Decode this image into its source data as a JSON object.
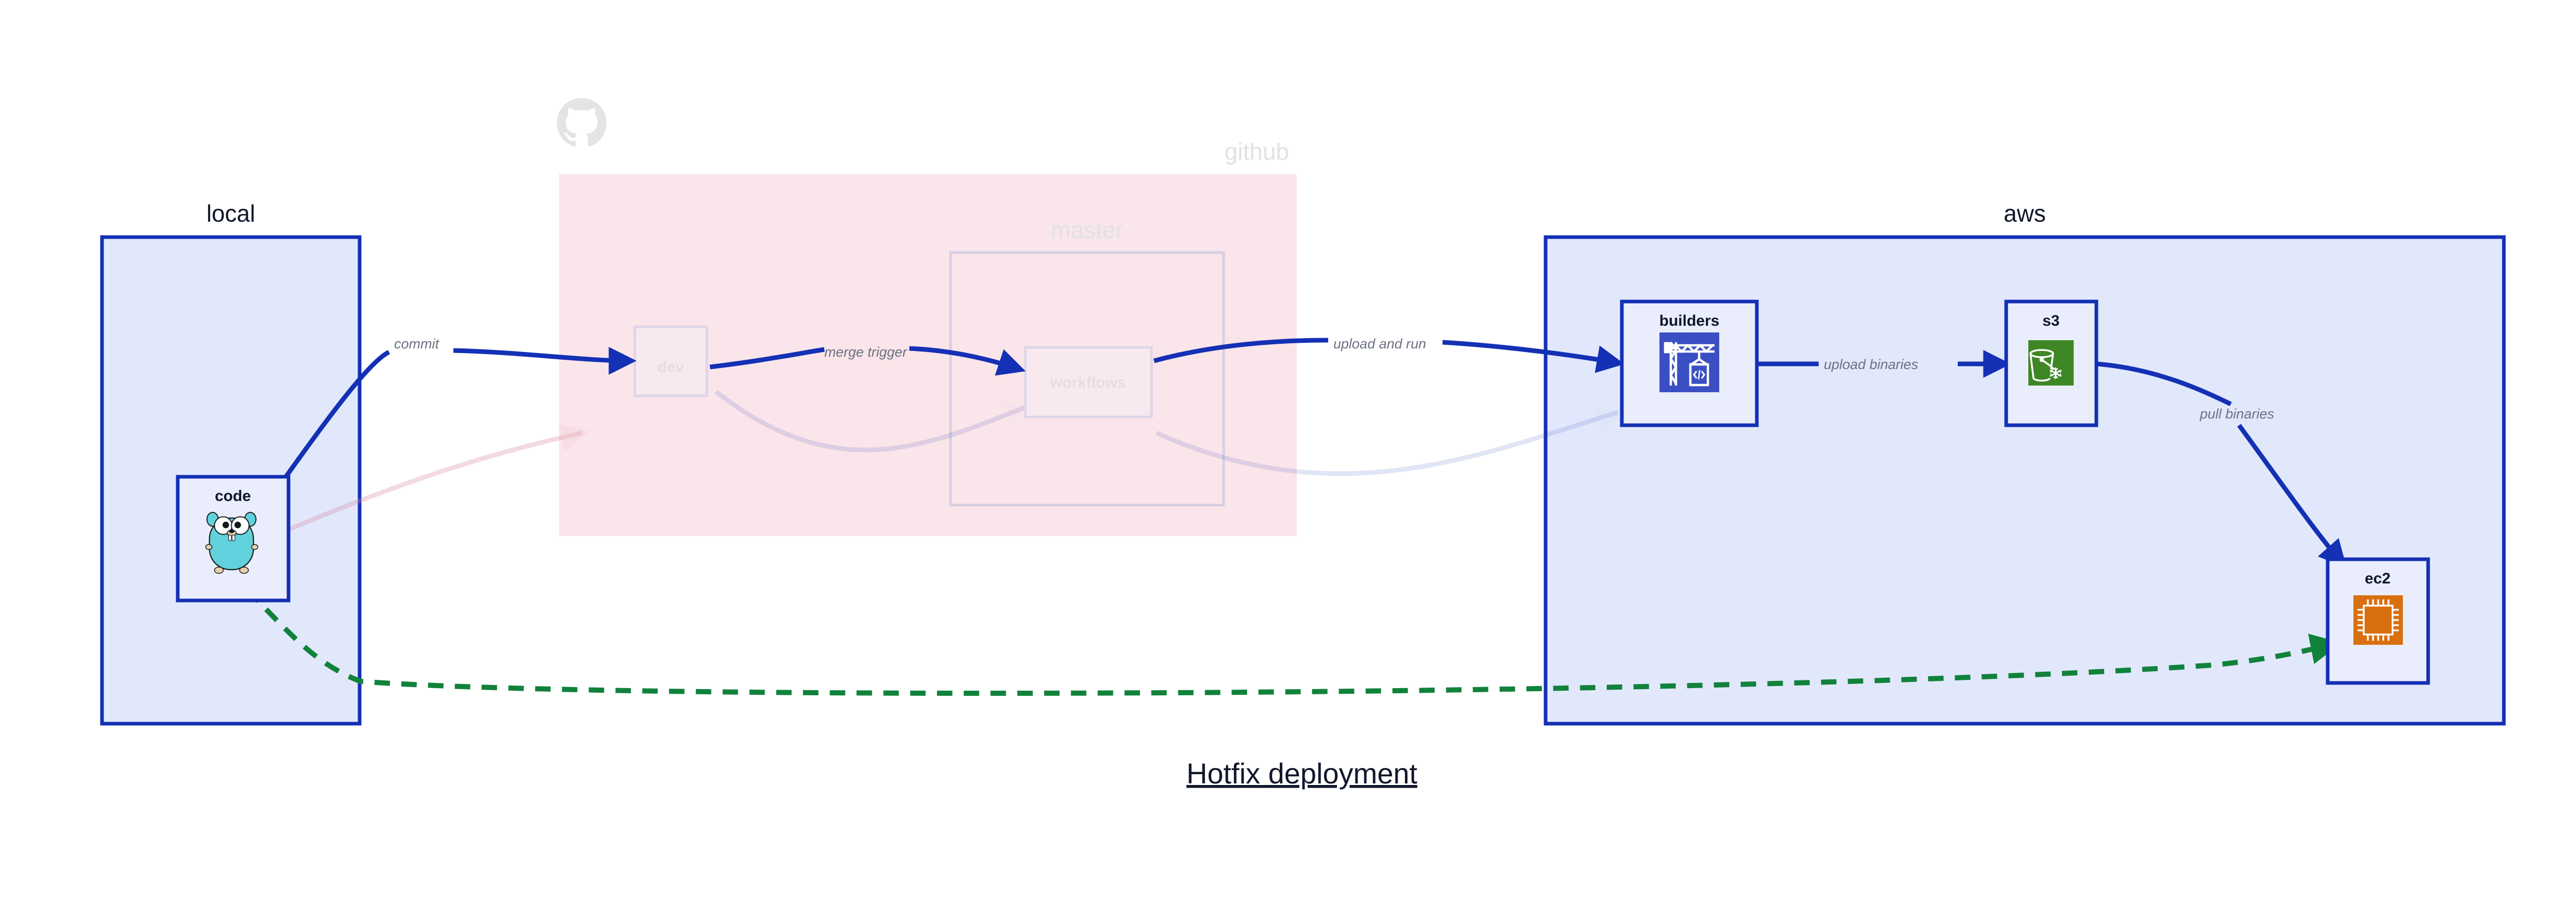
{
  "diagram": {
    "caption": "Hotfix deployment",
    "colors": {
      "blue_stroke": "#1430b5",
      "blue_fill": "#e2e8fb",
      "node_fill": "#eaeefc",
      "pink_fill": "#fae5ea",
      "green_dash": "#11823b",
      "label_gray": "#6b7280",
      "text_dark": "#11162b",
      "faded_gray": "#e2e2e2",
      "builders_icon_bg": "#3b4fc4",
      "s3_icon_bg": "#3f8624",
      "ec2_icon_bg": "#d9700f",
      "gopher_body": "#61d2dd"
    },
    "groups": [
      {
        "id": "local",
        "label": "local",
        "faded": false
      },
      {
        "id": "github",
        "label": "github",
        "faded": true
      },
      {
        "id": "aws",
        "label": "aws",
        "faded": false
      }
    ],
    "subgroups": [
      {
        "id": "master",
        "label": "master",
        "parent": "github",
        "faded": true
      }
    ],
    "nodes": [
      {
        "id": "code",
        "label": "code",
        "group": "local",
        "icon": "go-gopher-icon",
        "faded": false
      },
      {
        "id": "dev",
        "label": "dev",
        "group": "github",
        "icon": null,
        "faded": true
      },
      {
        "id": "workflows",
        "label": "workflows",
        "group": "master",
        "icon": null,
        "faded": true
      },
      {
        "id": "builders",
        "label": "builders",
        "group": "aws",
        "icon": "crane-code-icon",
        "faded": false
      },
      {
        "id": "s3",
        "label": "s3",
        "group": "aws",
        "icon": "bucket-glacier-icon",
        "faded": false
      },
      {
        "id": "ec2",
        "label": "ec2",
        "group": "aws",
        "icon": "cpu-chip-icon",
        "faded": false
      }
    ],
    "edges": [
      {
        "id": "commit",
        "from": "code",
        "to": "dev",
        "label": "commit",
        "style": "solid-blue",
        "faded": false
      },
      {
        "id": "merge-trigger",
        "from": "dev",
        "to": "workflows",
        "label": "merge trigger",
        "style": "solid-blue",
        "faded": false
      },
      {
        "id": "upload-and-run",
        "from": "workflows",
        "to": "builders",
        "label": "upload and run",
        "style": "solid-blue",
        "faded": false
      },
      {
        "id": "upload-binaries",
        "from": "builders",
        "to": "s3",
        "label": "upload binaries",
        "style": "solid-blue",
        "faded": false
      },
      {
        "id": "pull-binaries",
        "from": "s3",
        "to": "ec2",
        "label": "pull binaries",
        "style": "solid-blue",
        "faded": false
      },
      {
        "id": "hotfix-direct",
        "from": "code",
        "to": "ec2",
        "label": "",
        "style": "dashed-green",
        "faded": false
      },
      {
        "id": "faded-code-dev",
        "from": "code",
        "to": "dev",
        "label": "",
        "style": "faded-pink",
        "faded": true
      },
      {
        "id": "faded-dev-wf",
        "from": "dev",
        "to": "workflows",
        "label": "",
        "style": "faded-blue",
        "faded": true
      },
      {
        "id": "faded-wf-builders",
        "from": "workflows",
        "to": "builders",
        "label": "",
        "style": "faded-blue",
        "faded": true
      }
    ],
    "icons": {
      "github_logo": "github-octocat-icon"
    }
  }
}
